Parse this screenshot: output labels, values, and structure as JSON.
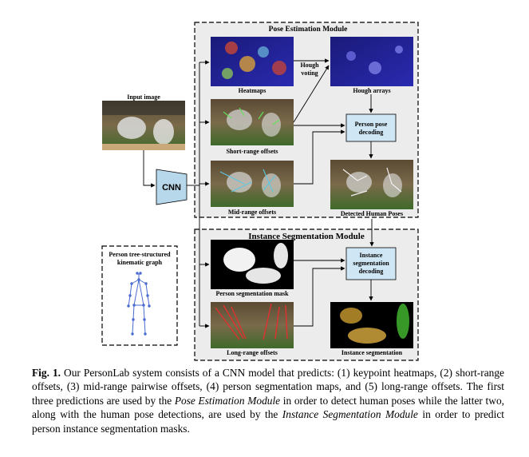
{
  "figure": {
    "modules": {
      "pose": "Pose Estimation Module",
      "segmentation": "Instance Segmentation Module"
    },
    "nodes": {
      "input": "Input image",
      "cnn": "CNN",
      "heatmaps": "Heatmaps",
      "short_range": "Short-range offsets",
      "mid_range": "Mid-range offsets",
      "hough_voting_1": "Hough",
      "hough_voting_2": "voting",
      "hough_arrays": "Hough arrays",
      "pose_decoding_1": "Person pose",
      "pose_decoding_2": "decoding",
      "detected": "Detected Human Poses",
      "seg_mask": "Person segmentation mask",
      "long_range": "Long-range offsets",
      "seg_decoding_1": "Instance",
      "seg_decoding_2": "segmentation",
      "seg_decoding_3": "decoding",
      "instance_seg": "Instance segmentation",
      "kinematic_1": "Person tree-structured",
      "kinematic_2": "kinematic graph"
    }
  },
  "caption": {
    "label": "Fig. 1.",
    "text1": " Our PersonLab system consists of a CNN model that predicts: (1) keypoint heatmaps, (2) short-range offsets, (3) mid-range pairwise offsets, (4) person segmentation maps, and (5) long-range offsets. The first three predictions are used by the ",
    "pose_module": "Pose Estimation Module",
    "text2": " in order to detect human poses while the latter two, along with the human pose detections, are used by the ",
    "seg_module": "Instance Segmentation Module",
    "text3": " in order to predict person instance segmentation masks."
  },
  "colors": {
    "module_bg": "#ececec",
    "decoding_box": "#cfe6f4",
    "cnn_box": "#b7d7ea"
  }
}
